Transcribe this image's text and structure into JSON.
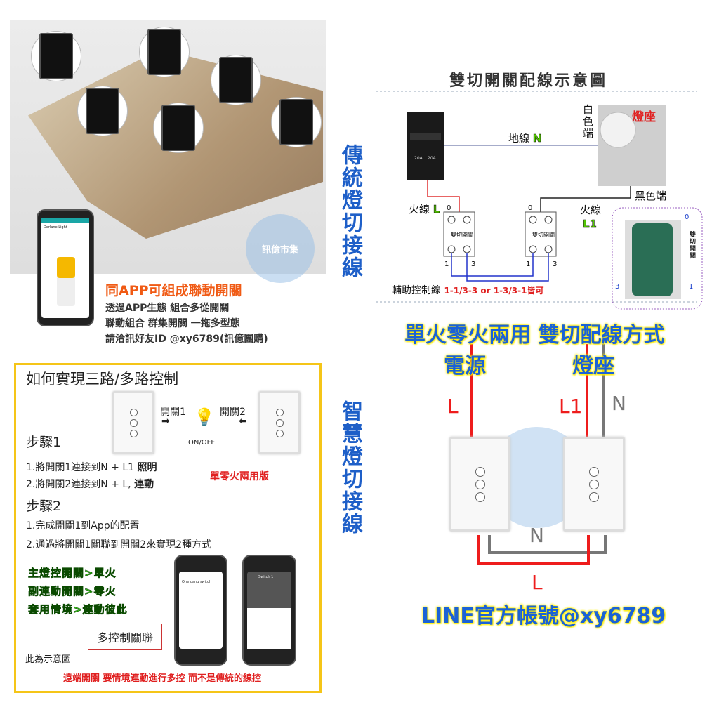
{
  "top_left": {
    "headline": "同APP可組成聯動開關",
    "lines": [
      "透過APP生態 組合多從開關",
      "聯動組合 群集開關 一拖多型態",
      "請洽訊好友ID @xy6789(訊億團購)"
    ],
    "watermark": "訊億市集",
    "phone_item": "Dorlane Light"
  },
  "side_labels": {
    "traditional": "傳統燈切接線",
    "smart": "智慧燈切接線"
  },
  "wiring": {
    "title": "雙切開關配線示意圖",
    "neutral": "地線",
    "neutral_letter": "N",
    "white_end": "白色端",
    "lamp": "燈座",
    "black_end": "黑色端",
    "live": "火線",
    "live_letter": "L",
    "live1": "火線",
    "live1_letter": "L1",
    "switch_label": "雙切開關",
    "terminal_0": "0",
    "terminal_1": "1",
    "terminal_3": "3",
    "breaker_rating": "20A",
    "aux_label": "輔助控制線",
    "aux_note": "1-1/3-3 or 1-3/3-1皆可",
    "inset_label": "雙切開關"
  },
  "smart_box": {
    "title": "如何實現三路/多路控制",
    "switch1": "開關1",
    "switch2": "開關2",
    "onoff": "ON/OFF",
    "step1": "步驟1",
    "step1_lines": [
      "1.將開關1連接到N + L1",
      "2.將開關2連接到N + L,"
    ],
    "step1_tags": [
      "照明",
      "連動"
    ],
    "version": "單零火兩用版",
    "step2": "步驟2",
    "step2_lines": [
      "1.完成開關1到App的配置",
      "2.通過將開關1關聯到開關2來實現2種方式"
    ],
    "green_lines": [
      "主燈控開關>單火",
      "副連動開關>零火",
      "套用情境>連動彼此"
    ],
    "callout": "多控制關聯",
    "illustrative": "此為示意圖",
    "footer": "遠端開關 要情境連動進行多控 而不是傳統的線控",
    "phone1_title": "One gang switch",
    "phone2_title": "Switch 1"
  },
  "dual": {
    "title": "單火零火兩用 雙切配線方式",
    "power": "電源",
    "lamp": "燈座",
    "L": "L",
    "L1": "L1",
    "N": "N",
    "N_bottom": "N",
    "L_bottom": "L",
    "line_id": "LINE官方帳號@xy6789"
  },
  "colors": {
    "live": "#ee1c1c",
    "neutral": "#777777",
    "aux": "#2233cc",
    "accent": "#1e5fc8",
    "box": "#f5c518",
    "orange": "#f05a14"
  }
}
